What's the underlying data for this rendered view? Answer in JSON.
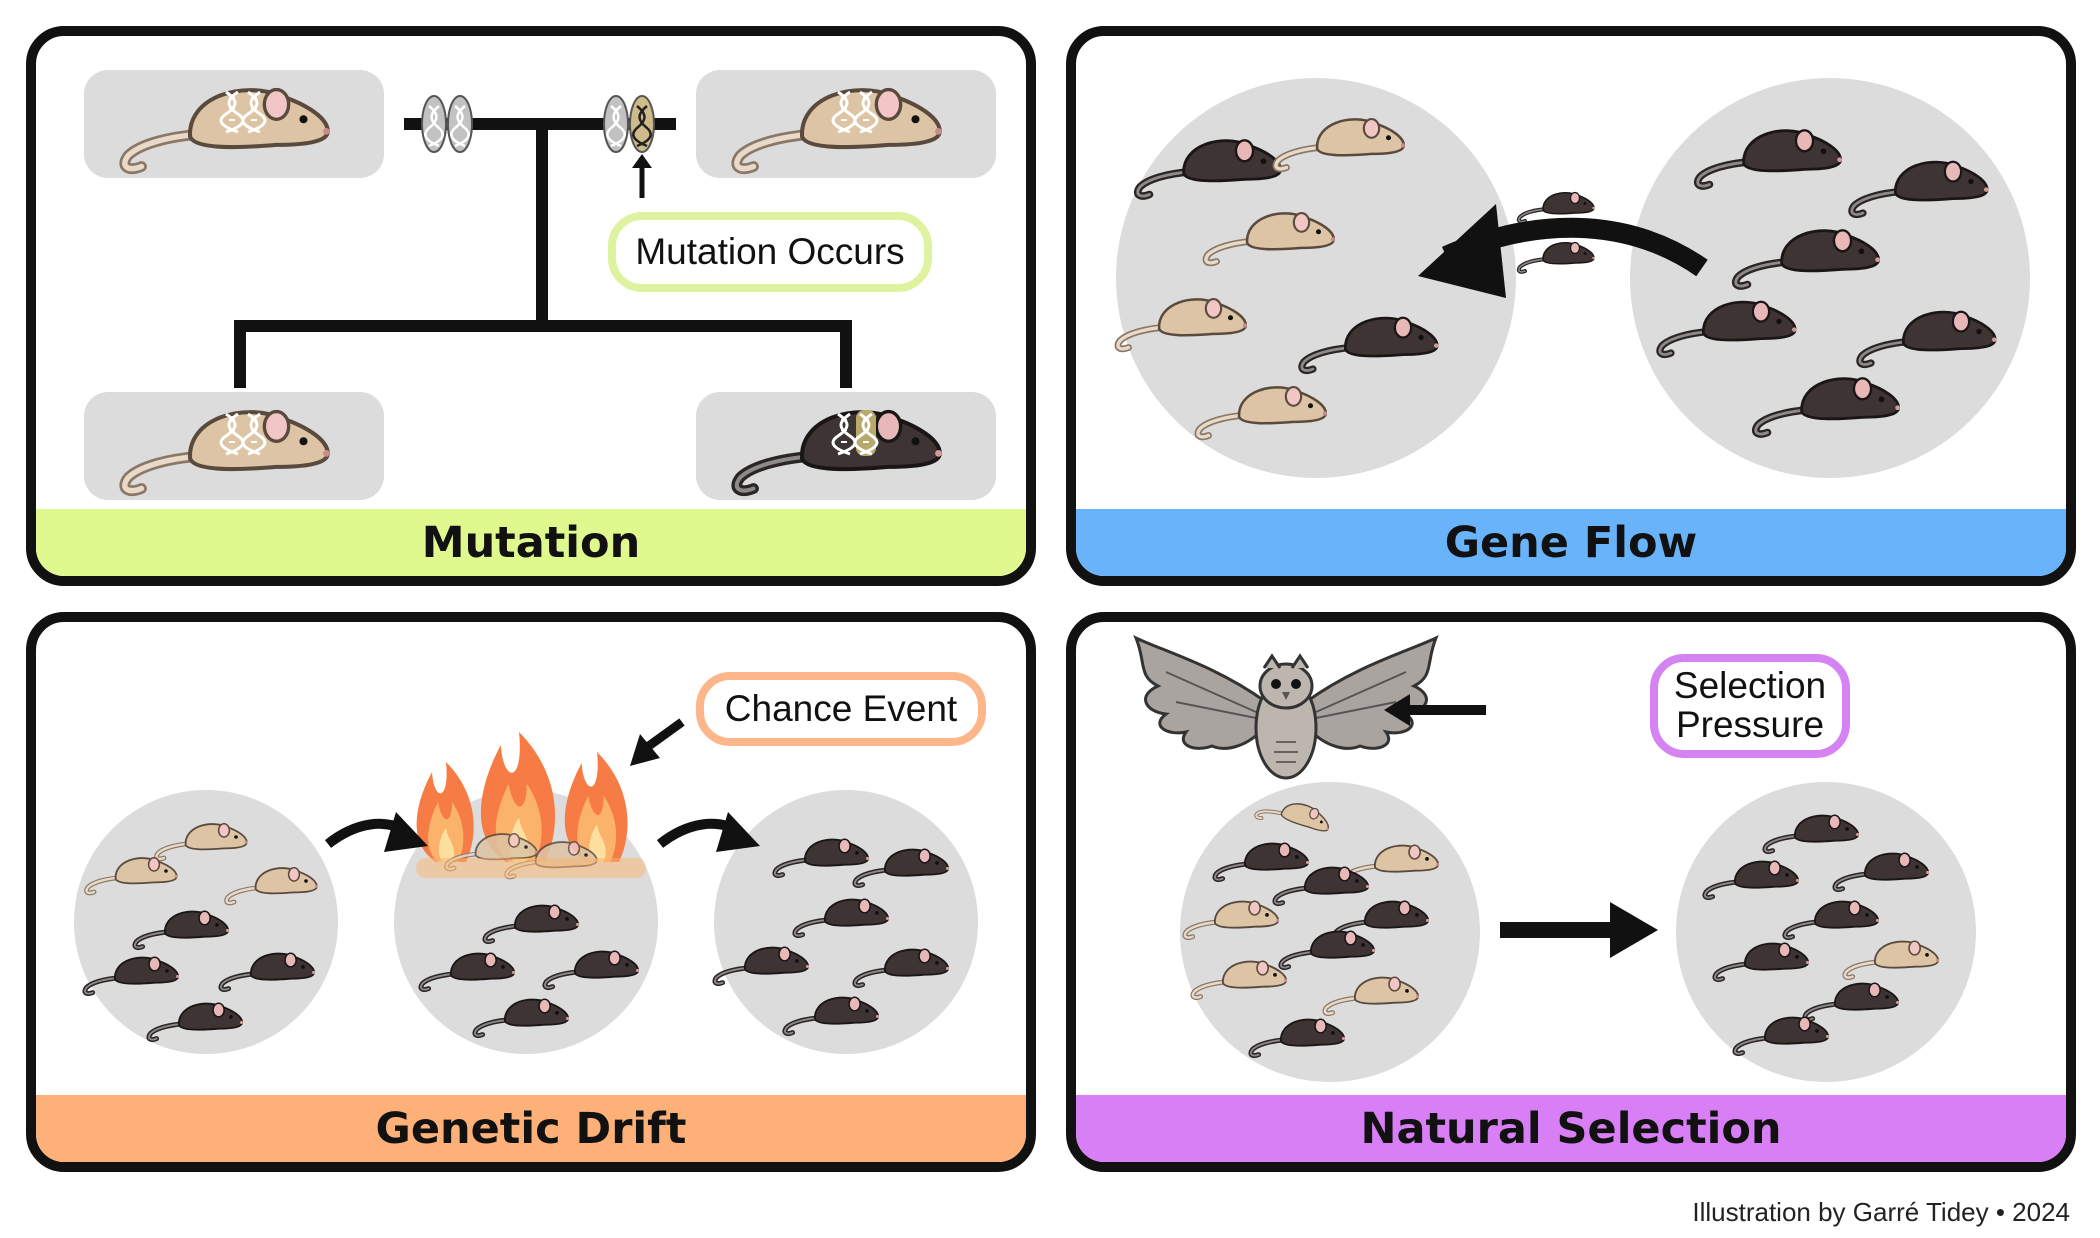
{
  "panels": {
    "mutation": {
      "title": "Mutation",
      "color": "#e0f98e"
    },
    "gene_flow": {
      "title": "Gene Flow",
      "color": "#69b3fb"
    },
    "genetic_drift": {
      "title": "Genetic Drift",
      "color": "#fdb077"
    },
    "natural_selection": {
      "title": "Natural Selection",
      "color": "#d97ff6"
    }
  },
  "labels": {
    "mutation_occurs": "Mutation Occurs",
    "chance_event": "Chance Event",
    "selection_pressure_line1": "Selection",
    "selection_pressure_line2": "Pressure"
  },
  "credit": "Illustration by Garré Tidey • 2024",
  "colors": {
    "light_mouse": "#dcc4a5",
    "dark_mouse": "#3f3434",
    "population_circle": "#dcdcdc",
    "mutation_tag_border": "#dff2a0",
    "chance_tag_border": "#fdb58a",
    "selection_tag_border": "#d582f2"
  }
}
